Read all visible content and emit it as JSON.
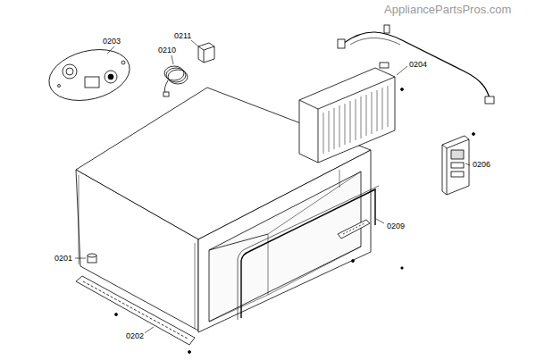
{
  "diagram": {
    "labels": [
      "AppliancePartsPros.com",
      "0203",
      "0211",
      "0210",
      "0204",
      "0206",
      "0209",
      "0201",
      "0202"
    ]
  }
}
